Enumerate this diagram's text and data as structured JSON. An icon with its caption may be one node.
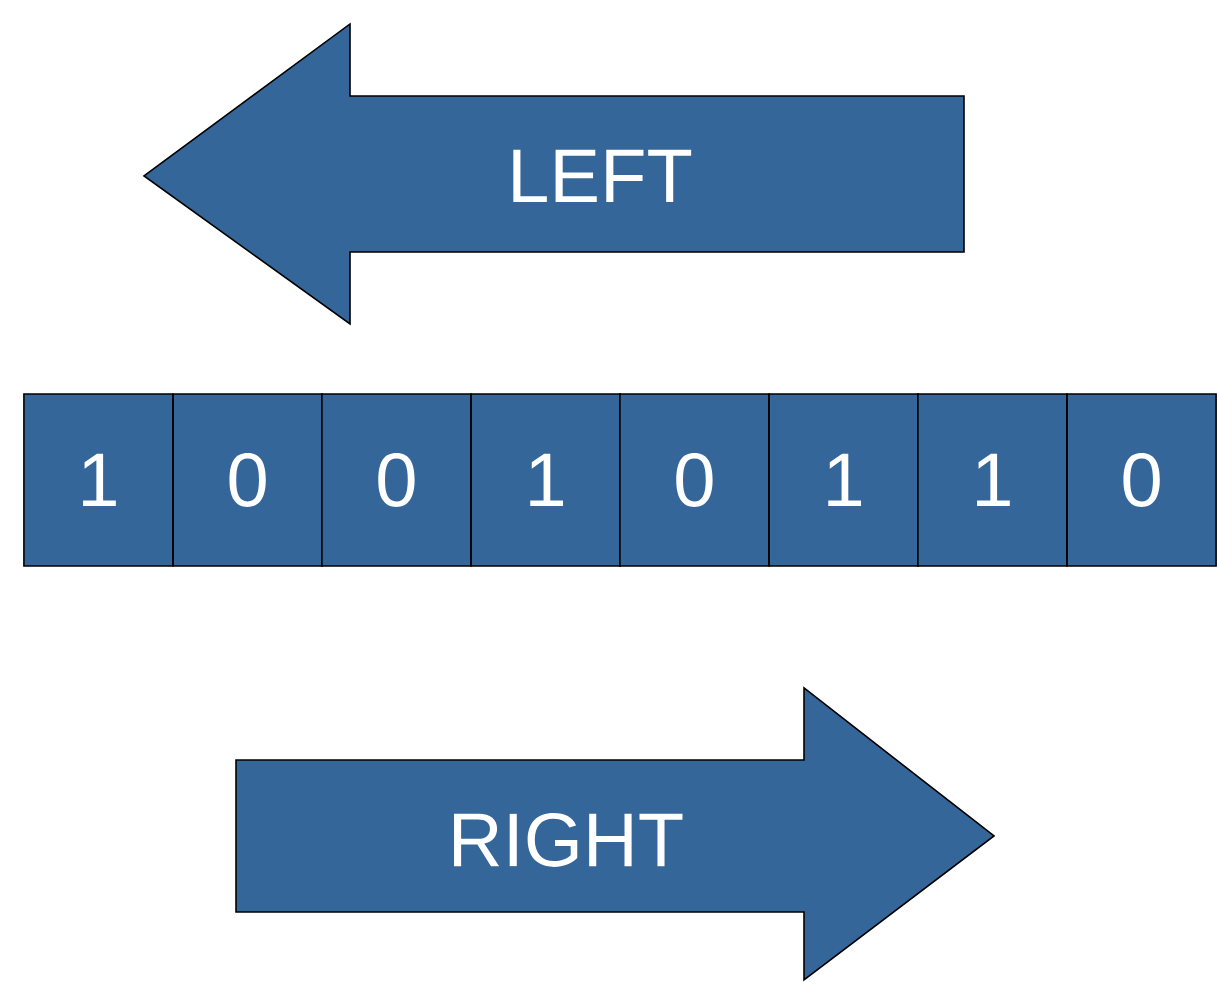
{
  "diagram": {
    "nodes": [
      {
        "text": [
          "LEFT"
        ]
      },
      {
        "text": [
          "1"
        ]
      },
      {
        "text": [
          "0"
        ]
      },
      {
        "text": [
          "0"
        ]
      },
      {
        "text": [
          "1"
        ]
      },
      {
        "text": [
          "0"
        ]
      },
      {
        "text": [
          "1"
        ]
      },
      {
        "text": [
          "1"
        ]
      },
      {
        "text": [
          "0"
        ]
      },
      {
        "text": [
          "RIGHT"
        ]
      }
    ]
  }
}
